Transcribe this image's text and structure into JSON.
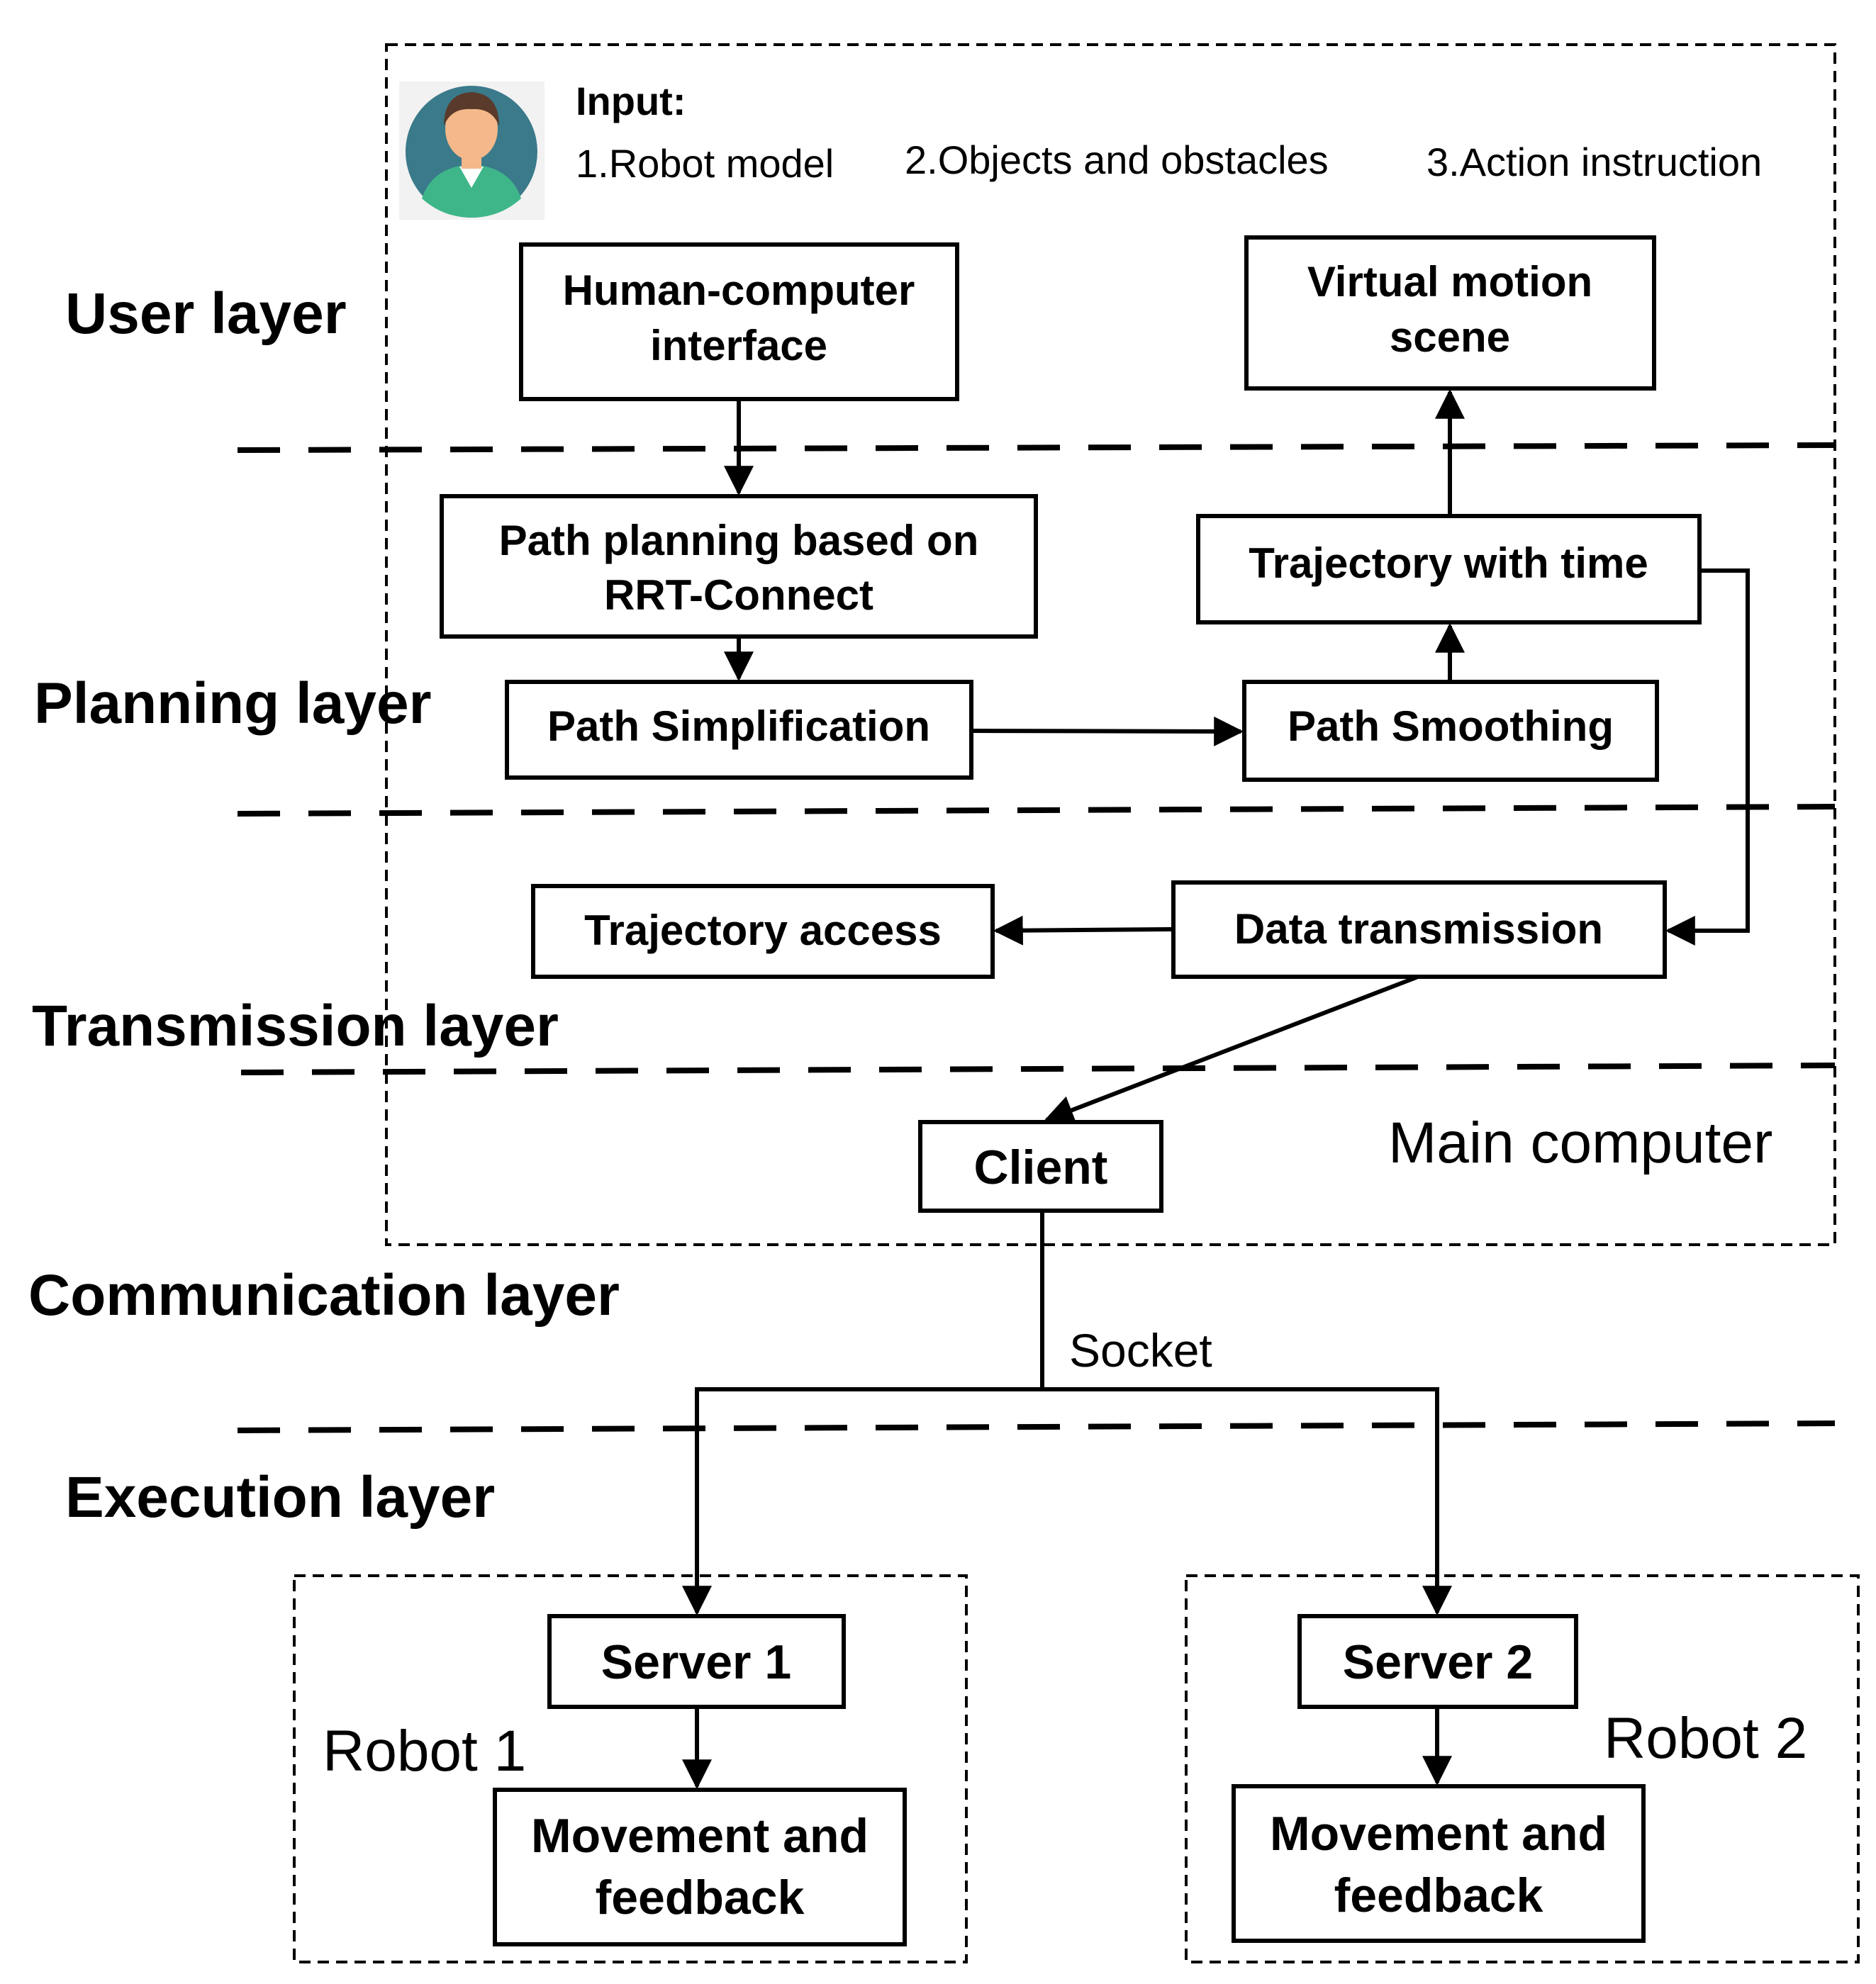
{
  "input": {
    "title": "Input:",
    "item1": "1.Robot model",
    "item2": "2.Objects and obstacles",
    "item3": "3.Action instruction"
  },
  "layers": {
    "user": "User layer",
    "planning": "Planning layer",
    "transmission": "Transmission layer",
    "communication": "Communication layer",
    "execution": "Execution layer"
  },
  "boxes": {
    "hci": [
      "Human-computer",
      "interface"
    ],
    "virtual_scene": [
      "Virtual  motion",
      "scene"
    ],
    "path_planning": [
      "Path  planning  based  on",
      "RRT-Connect"
    ],
    "trajectory_time": "Trajectory  with  time",
    "path_simplification": "Path  Simplification",
    "path_smoothing": "Path  Smoothing",
    "trajectory_access": "Trajectory  access",
    "data_transmission": "Data  transmission",
    "client": "Client",
    "server1": "Server 1",
    "server2": "Server 2",
    "movement1": [
      "Movement and",
      "feedback"
    ],
    "movement2": [
      "Movement and",
      "feedback"
    ]
  },
  "labels": {
    "main_computer": "Main computer",
    "socket": "Socket",
    "robot1": "Robot  1",
    "robot2": "Robot  2"
  },
  "icons": {
    "user_avatar": "user-avatar-icon"
  },
  "colors": {
    "avatar_bg": "#3a7a8a",
    "avatar_shirt": "#3fb68a",
    "avatar_skin": "#f4b88a",
    "avatar_hair": "#5a3a2a"
  }
}
